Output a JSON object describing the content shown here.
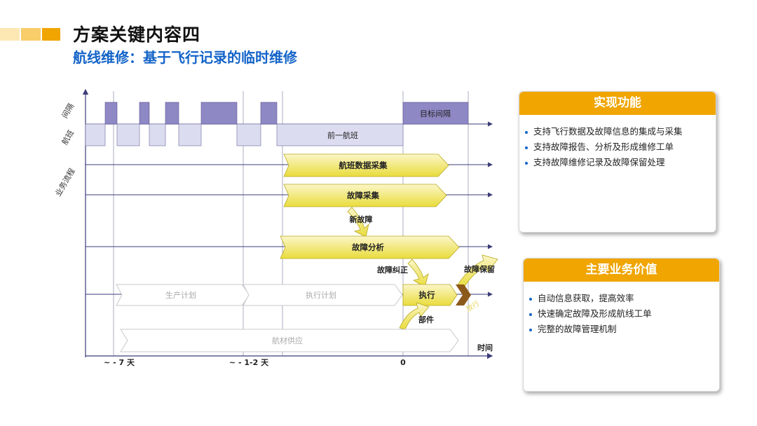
{
  "header": {
    "title": "方案关键内容四",
    "subtitle": "航线维修：基于飞行记录的临时维修",
    "accent_colors": [
      "#fde7b3",
      "#f8cd6a",
      "#f0a500"
    ]
  },
  "diagram": {
    "row_labels": {
      "interval": "间隔",
      "flight": "航班",
      "process": "业务流程"
    },
    "labels": {
      "target_interval": "目标间隔",
      "previous_flight": "前一航班",
      "flight_data_collection": "航班数据采集",
      "fault_collection": "故障采集",
      "new_fault": "新故障",
      "fault_analysis": "故障分析",
      "fault_correction": "故障纠正",
      "fault_retention": "故障保留",
      "production_plan": "生产计划",
      "execution_plan": "执行计划",
      "execute": "执行",
      "parts": "部件",
      "release": "放行",
      "material_supply": "航材供应",
      "time_axis": "时间"
    },
    "time_ticks": [
      "~ - 7 天",
      "~ - 1-2 天",
      "0"
    ],
    "colors": {
      "interval_fill": "#8e88c4",
      "flight_fill": "#dcdcf0",
      "process_fill": "#f5ee88",
      "axis": "#3c3c78"
    }
  },
  "panels": {
    "features": {
      "title": "实现功能",
      "items": [
        "支持飞行数据及故障信息的集成与采集",
        "支持故障报告、分析及形成维修工单",
        "支持故障维修记录及故障保留处理"
      ]
    },
    "value": {
      "title": "主要业务价值",
      "items": [
        "自动信息获取，提高效率",
        "快速确定故障及形成航线工单",
        "完整的故障管理机制"
      ]
    }
  }
}
